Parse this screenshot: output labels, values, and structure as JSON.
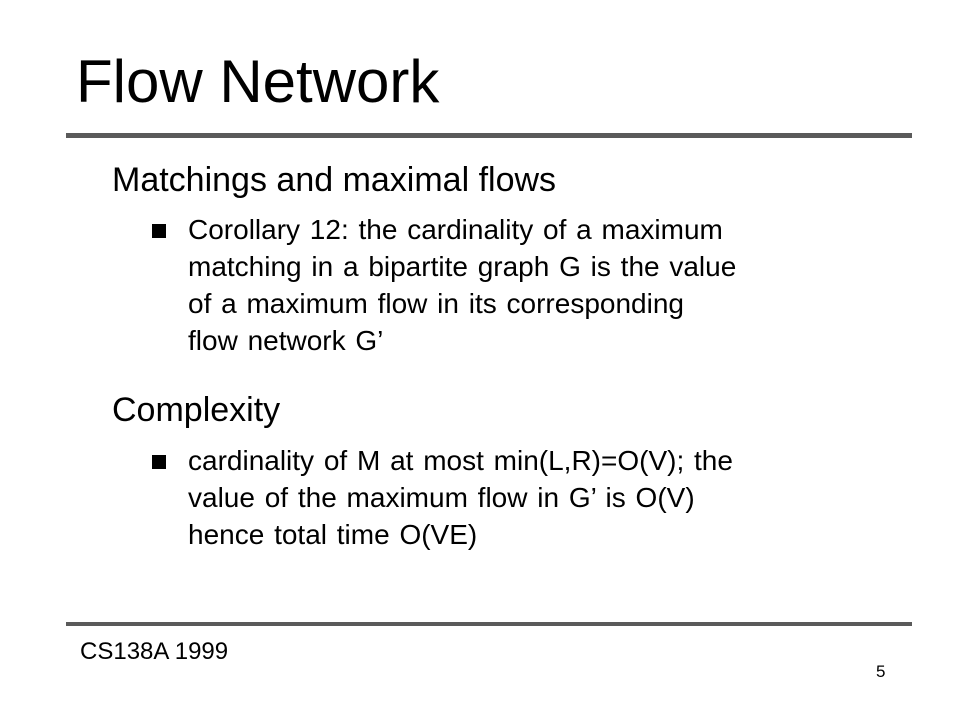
{
  "slide": {
    "title": "Flow Network"
  },
  "sections": [
    {
      "heading": "Matchings and maximal flows",
      "bullets": [
        {
          "lines": [
            "Corollary 12: the cardinality of a maximum",
            "matching in a bipartite graph G is the value",
            "of a maximum flow in its corresponding",
            "flow network G’"
          ]
        }
      ]
    },
    {
      "heading": "Complexity",
      "bullets": [
        {
          "lines": [
            "cardinality of M at most min(L,R)=O(V); the",
            "value of the maximum flow in G’ is O(V)",
            "hence total time O(VE)"
          ]
        }
      ]
    }
  ],
  "footer": {
    "course": "CS138A 1999",
    "page_number": "5"
  }
}
